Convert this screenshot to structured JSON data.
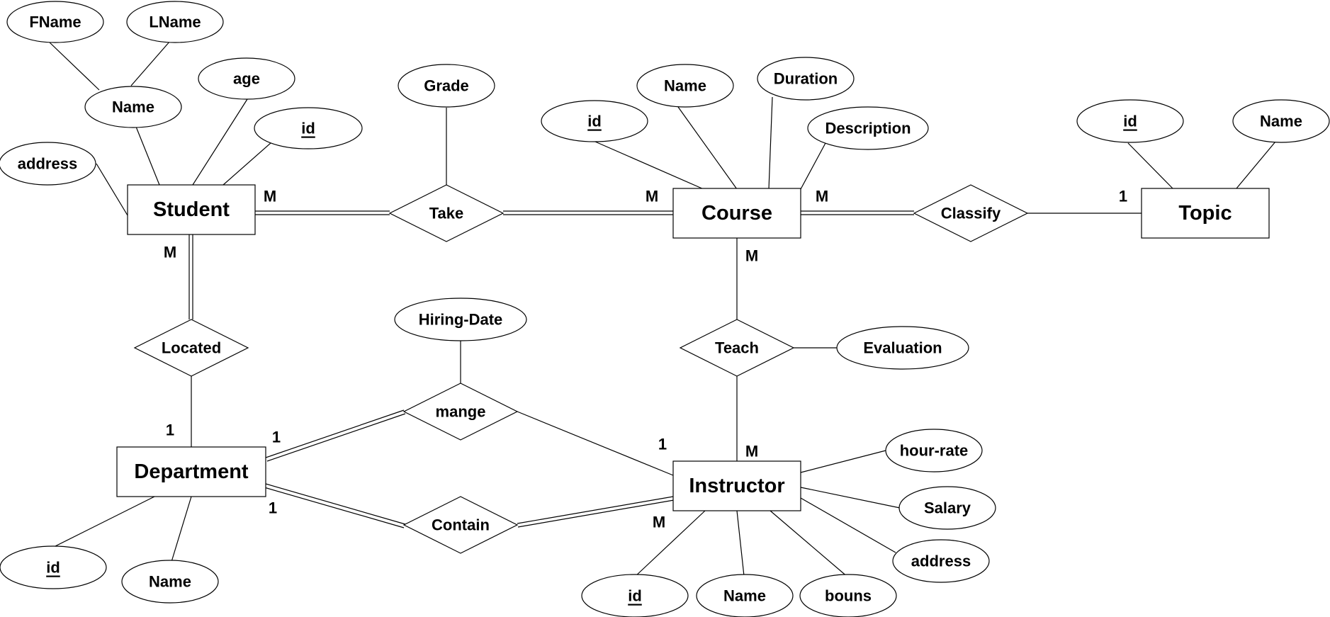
{
  "entities": {
    "student": "Student",
    "course": "Course",
    "topic": "Topic",
    "department": "Department",
    "instructor": "Instructor"
  },
  "relationships": {
    "take": "Take",
    "classify": "Classify",
    "located": "Located",
    "teach": "Teach",
    "mange": "mange",
    "contain": "Contain"
  },
  "attributes": {
    "student_fname": "FName",
    "student_lname": "LName",
    "student_name": "Name",
    "student_age": "age",
    "student_id": "id",
    "student_address": "address",
    "take_grade": "Grade",
    "course_id": "id",
    "course_name": "Name",
    "course_duration": "Duration",
    "course_description": "Description",
    "topic_id": "id",
    "topic_name": "Name",
    "mange_hiring_date": "Hiring-Date",
    "teach_evaluation": "Evaluation",
    "instructor_hour_rate": "hour-rate",
    "instructor_salary": "Salary",
    "instructor_address": "address",
    "instructor_id": "id",
    "instructor_name": "Name",
    "instructor_bouns": "bouns",
    "department_id": "id",
    "department_name": "Name"
  },
  "cardinalities": {
    "student_take": "M",
    "course_take": "M",
    "course_classify": "M",
    "topic_classify": "1",
    "student_located": "M",
    "course_teach": "M",
    "department_located": "1",
    "department_mange": "1",
    "instructor_mange": "1",
    "instructor_teach": "M",
    "department_contain": "1",
    "instructor_contain": "M"
  }
}
